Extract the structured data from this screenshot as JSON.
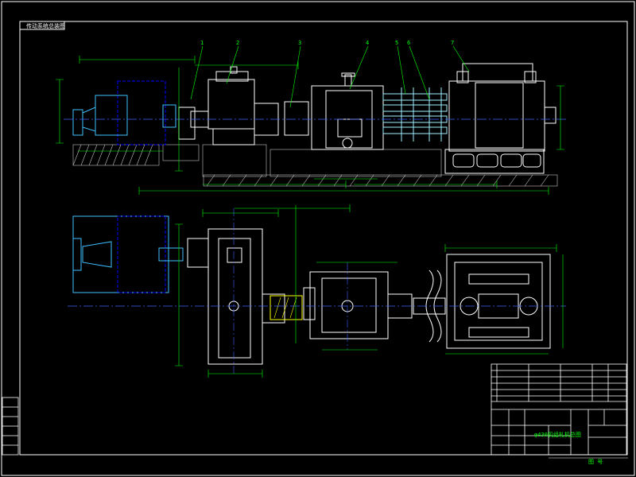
{
  "drawing": {
    "corner_label": "传动系统总装图",
    "page_label": "图 号",
    "title_block_name": "φ430机组轧机总图",
    "colors": {
      "background": "#000000",
      "frame": "#ffffff",
      "outline": "#ffffff",
      "hidden": "#0000ff",
      "center": "#4060ff",
      "dimension": "#00ff00",
      "callout": "#ffff00",
      "equipment": "#a0f0ff",
      "motor": "#40c0ff",
      "hatch": "#c0c0c0"
    },
    "callouts": [
      "1",
      "2",
      "3",
      "4",
      "5",
      "6",
      "7"
    ]
  }
}
